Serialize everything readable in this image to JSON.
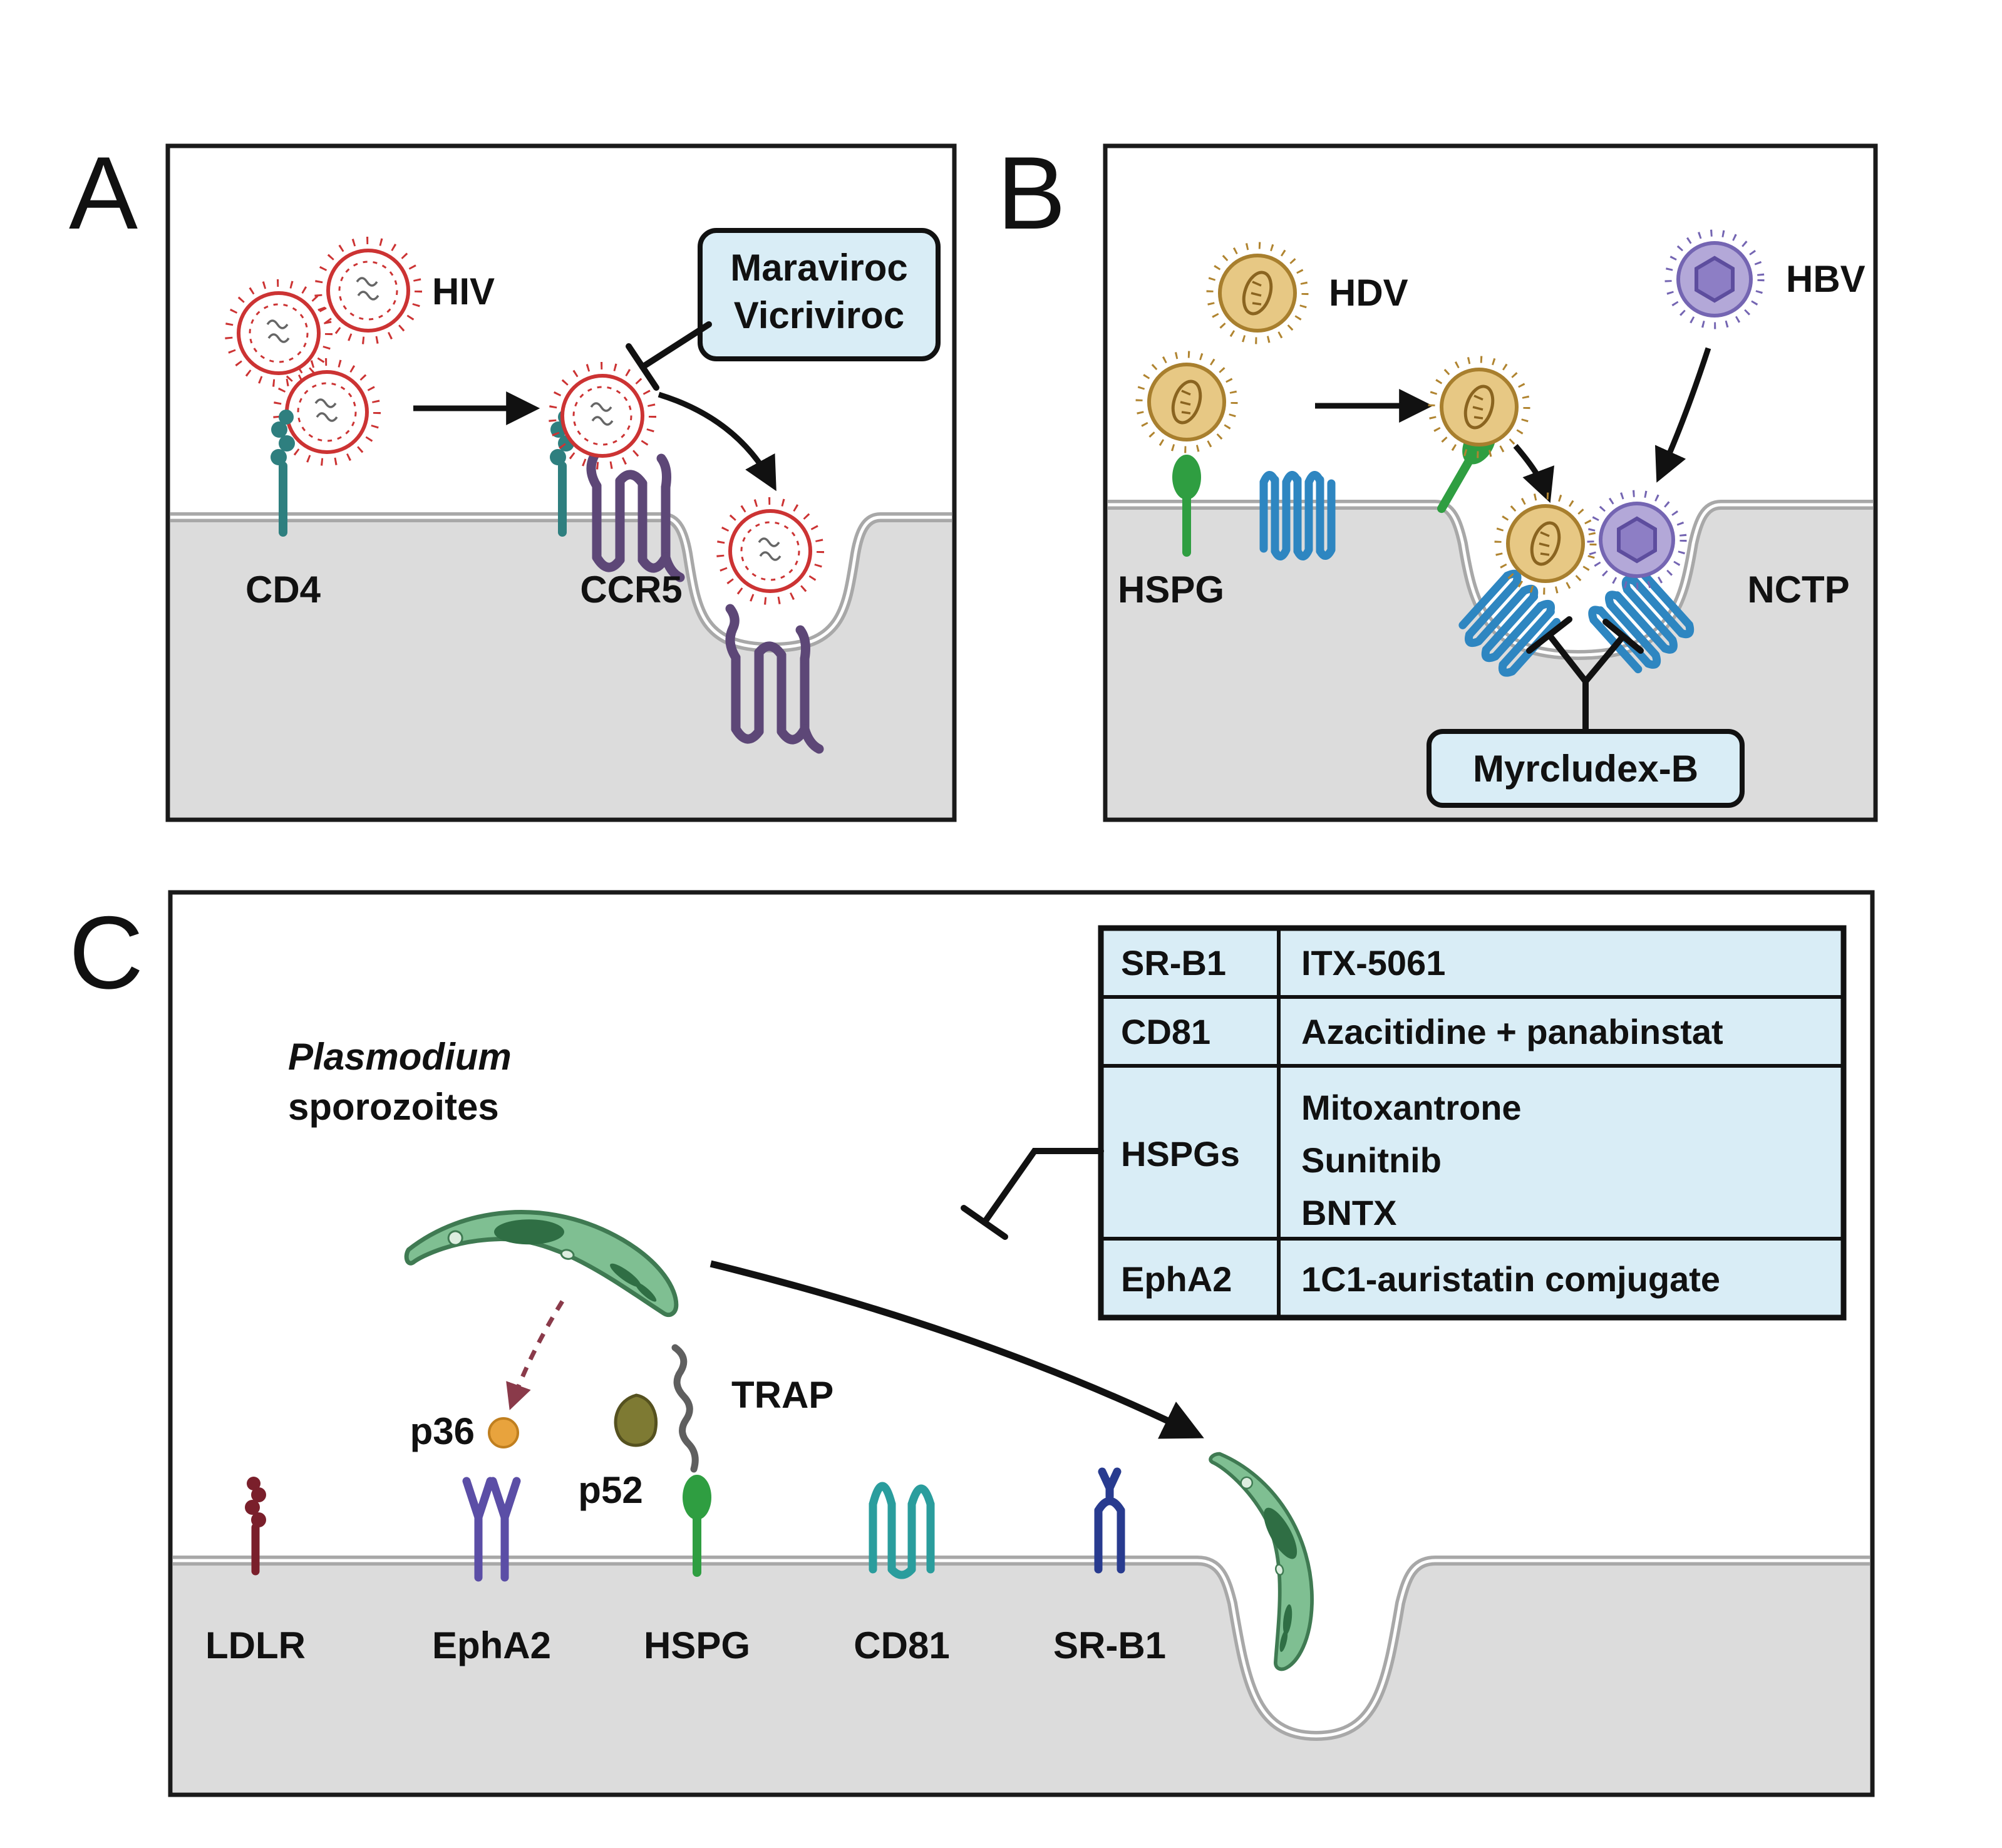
{
  "figure": {
    "panel_a": {
      "letter": "A",
      "hiv_label": "HIV",
      "inhibitor_box": {
        "line1": "Maraviroc",
        "line2": "Vicriviroc"
      },
      "cd4_label": "CD4",
      "ccr5_label": "CCR5"
    },
    "panel_b": {
      "letter": "B",
      "hdv_label": "HDV",
      "hbv_label": "HBV",
      "hspg_label": "HSPG",
      "nctp_label": "NCTP",
      "inhibitor_label": "Myrcludex-B"
    },
    "panel_c": {
      "letter": "C",
      "organism_line1": "Plasmodium",
      "organism_line2": "sporozoites",
      "p36_label": "p36",
      "p52_label": "p52",
      "trap_label": "TRAP",
      "receptor_labels": [
        "LDLR",
        "EphA2",
        "HSPG",
        "CD81",
        "SR-B1"
      ],
      "table": {
        "rows": [
          {
            "target": "SR-B1",
            "drugs": [
              "ITX-5061"
            ]
          },
          {
            "target": "CD81",
            "drugs": [
              "Azacitidine + panabinstat"
            ]
          },
          {
            "target": "HSPGs",
            "drugs": [
              "Mitoxantrone",
              "Sunitnib",
              "BNTX"
            ]
          },
          {
            "target": "EphA2",
            "drugs": [
              "1C1-auristatin comjugate"
            ]
          }
        ]
      }
    },
    "colors": {
      "hiv_red": "#cc3333",
      "cd4_teal": "#2e7f7f",
      "ccr5_purple": "#5d4777",
      "hdv_gold": "#e7c884",
      "hdv_stroke": "#a87f2e",
      "hbv_purple": "#b3a8d8",
      "hbv_stroke": "#7465b2",
      "hspg_green": "#2f9e41",
      "ntcp_blue": "#2e86c1",
      "inhibitor_box_blue": "#d9edf6",
      "membrane_gray": "#dcdcdc",
      "membrane_edge": "#a8a8a8",
      "sporozoite_green": "#7fbf92",
      "sporozoite_dark": "#2f6e44",
      "ldlr_darkred": "#7a1f2b",
      "epha2_purple": "#5b4ea6",
      "cd81_teal": "#2a9d9d",
      "srb1_navy": "#283b8f",
      "p36_orange": "#e8a33d",
      "p52_olive": "#7e7a33",
      "trap_gray": "#5f5f5f",
      "maroon_arrow": "#8a3a4a"
    }
  }
}
